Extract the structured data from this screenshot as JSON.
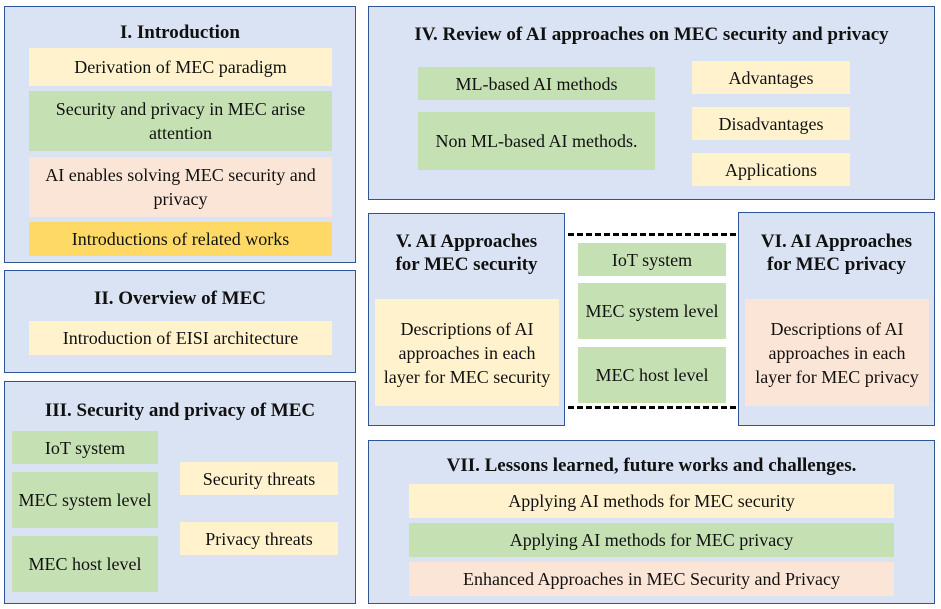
{
  "sec1": {
    "title": "I. Introduction",
    "items": [
      "Derivation of MEC paradigm",
      "Security and privacy in MEC arise attention",
      "AI enables solving MEC security and privacy",
      "Introductions of related works"
    ]
  },
  "sec2": {
    "title": "II. Overview of MEC",
    "items": [
      "Introduction of EISI architecture"
    ]
  },
  "sec3": {
    "title": "III. Security and privacy of MEC",
    "layers": [
      "IoT system",
      "MEC system level",
      "MEC host level"
    ],
    "threats": [
      "Security threats",
      "Privacy threats"
    ]
  },
  "sec4": {
    "title": "IV. Review of AI approaches on MEC security and privacy",
    "methods": [
      "ML-based AI methods",
      "Non ML-based AI methods."
    ],
    "aspects": [
      "Advantages",
      "Disadvantages",
      "Applications"
    ]
  },
  "sec5": {
    "title": "V. AI Approaches for MEC security",
    "desc": "Descriptions of AI approaches in each layer for MEC security"
  },
  "middle": {
    "layers": [
      "IoT system",
      "MEC system level",
      "MEC host level"
    ]
  },
  "sec6": {
    "title": "VI. AI Approaches for MEC privacy",
    "desc": "Descriptions of AI approaches in each layer for MEC privacy"
  },
  "sec7": {
    "title": "VII. Lessons learned, future works and challenges.",
    "items": [
      "Applying AI methods for MEC security",
      "Applying AI methods for MEC privacy",
      "Enhanced Approaches in MEC Security and Privacy"
    ]
  },
  "colors": {
    "section_bg": "#dae3f3",
    "section_border": "#2f5597",
    "yellow": "#fff2cc",
    "green": "#c5e0b3",
    "peach": "#fbe5d6",
    "gold": "#ffd966"
  }
}
